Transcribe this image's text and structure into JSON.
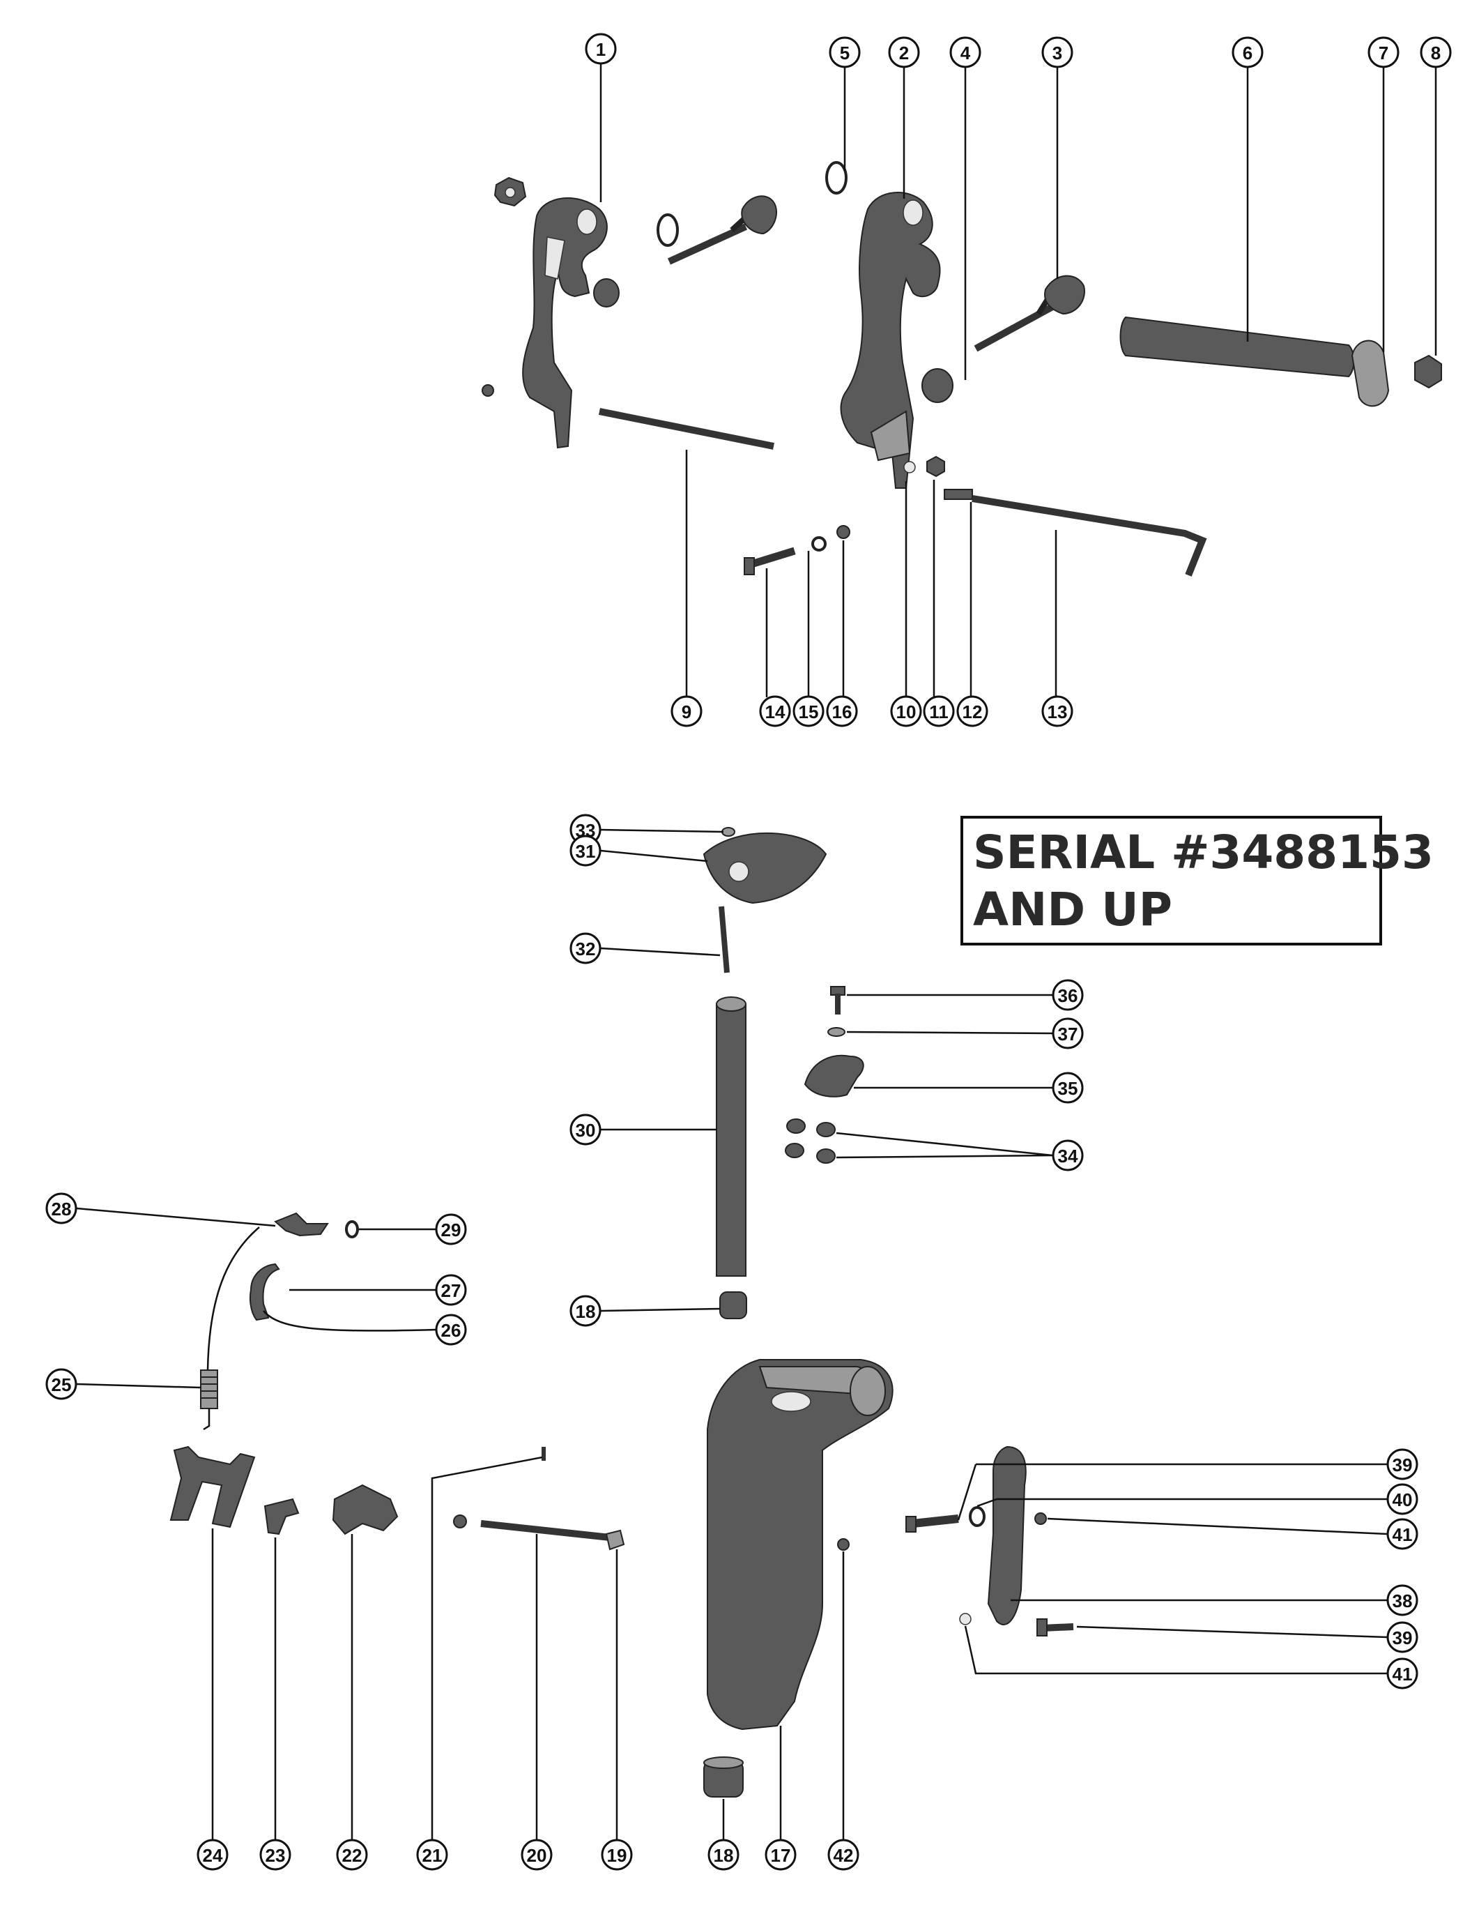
{
  "serial_note": {
    "line1": "SERIAL #3488153",
    "line2": "AND UP"
  },
  "callouts": [
    {
      "id": "c1",
      "label": "1"
    },
    {
      "id": "c5",
      "label": "5"
    },
    {
      "id": "c2",
      "label": "2"
    },
    {
      "id": "c4",
      "label": "4"
    },
    {
      "id": "c3",
      "label": "3"
    },
    {
      "id": "c6",
      "label": "6"
    },
    {
      "id": "c7",
      "label": "7"
    },
    {
      "id": "c8",
      "label": "8"
    },
    {
      "id": "c9",
      "label": "9"
    },
    {
      "id": "c14",
      "label": "14"
    },
    {
      "id": "c15",
      "label": "15"
    },
    {
      "id": "c16",
      "label": "16"
    },
    {
      "id": "c10",
      "label": "10"
    },
    {
      "id": "c11",
      "label": "11"
    },
    {
      "id": "c12",
      "label": "12"
    },
    {
      "id": "c13",
      "label": "13"
    },
    {
      "id": "c33",
      "label": "33"
    },
    {
      "id": "c31",
      "label": "31"
    },
    {
      "id": "c32",
      "label": "32"
    },
    {
      "id": "c36",
      "label": "36"
    },
    {
      "id": "c37",
      "label": "37"
    },
    {
      "id": "c35",
      "label": "35"
    },
    {
      "id": "c30",
      "label": "30"
    },
    {
      "id": "c34",
      "label": "34"
    },
    {
      "id": "c28",
      "label": "28"
    },
    {
      "id": "c29",
      "label": "29"
    },
    {
      "id": "c27",
      "label": "27"
    },
    {
      "id": "c26",
      "label": "26"
    },
    {
      "id": "c18a",
      "label": "18"
    },
    {
      "id": "c25",
      "label": "25"
    },
    {
      "id": "c39a",
      "label": "39"
    },
    {
      "id": "c40",
      "label": "40"
    },
    {
      "id": "c41a",
      "label": "41"
    },
    {
      "id": "c38",
      "label": "38"
    },
    {
      "id": "c39b",
      "label": "39"
    },
    {
      "id": "c41b",
      "label": "41"
    },
    {
      "id": "c24",
      "label": "24"
    },
    {
      "id": "c23",
      "label": "23"
    },
    {
      "id": "c22",
      "label": "22"
    },
    {
      "id": "c21",
      "label": "21"
    },
    {
      "id": "c20",
      "label": "20"
    },
    {
      "id": "c19",
      "label": "19"
    },
    {
      "id": "c18b",
      "label": "18"
    },
    {
      "id": "c17",
      "label": "17"
    },
    {
      "id": "c42",
      "label": "42"
    }
  ]
}
